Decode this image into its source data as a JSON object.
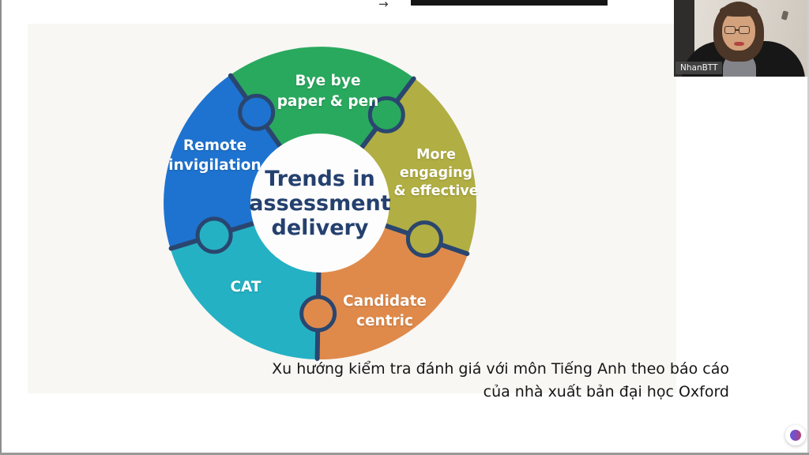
{
  "window": {
    "top_arrow_icon": "→"
  },
  "webcam": {
    "name_label": "NhanBTT"
  },
  "diagram": {
    "center_lines": [
      "Trends in",
      "assessment",
      "delivery"
    ],
    "border_color": "#2a466f",
    "center_text_color": "#24406e",
    "center_fill": "#fdfdfd",
    "segments": [
      {
        "id": "bye-bye-paper-pen",
        "lines": [
          "Bye bye",
          "paper & pen"
        ],
        "color": "#29a95e"
      },
      {
        "id": "more-engaging-effective",
        "lines": [
          "More",
          "engaging",
          "& effective"
        ],
        "color": "#b1ae43"
      },
      {
        "id": "candidate-centric",
        "lines": [
          "Candidate",
          "centric"
        ],
        "color": "#df8a4b"
      },
      {
        "id": "cat",
        "lines": [
          "CAT"
        ],
        "color": "#25b1c4"
      },
      {
        "id": "remote-invigilation",
        "lines": [
          "Remote",
          "invigilation"
        ],
        "color": "#1e73d0"
      }
    ]
  },
  "caption": {
    "lines": [
      "Xu hướng kiểm tra đánh giá với môn Tiếng Anh theo báo cáo",
      "của nhà xuất bản đại học Oxford"
    ]
  },
  "colors": {
    "slide_background": "#f8f7f4",
    "toolbar_black": "#151515",
    "caption_text": "#161616",
    "widget_gradient_start": "#6858d8",
    "widget_gradient_end": "#b83d6e"
  }
}
